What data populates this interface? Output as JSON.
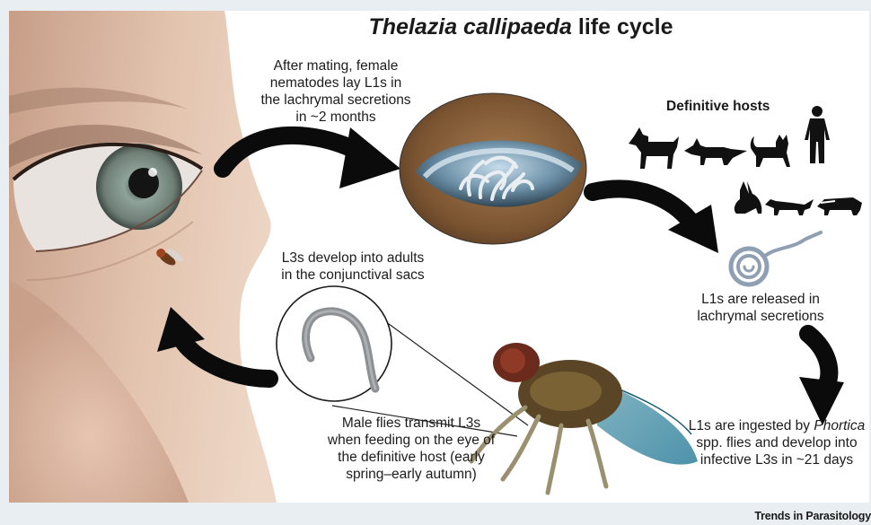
{
  "title": {
    "species": "Thelazia callipaeda",
    "rest": " life cycle"
  },
  "steps": {
    "mating": [
      "After mating, female",
      "nematodes lay L1s in",
      "the lachrymal secretions",
      "in ~2 months"
    ],
    "released": [
      "L1s are released in",
      "lachrymal secretions"
    ],
    "ingested_line1_pre": "L1s are ingested by ",
    "ingested_line1_genus": "Phortica",
    "ingested_rest": [
      "spp. flies and develop into",
      "infective L3s in ~21 days"
    ],
    "transmit": [
      "Male flies transmit L3s",
      "when feeding on the eye of",
      "the definitive host (early",
      "spring–early autumn)"
    ],
    "develop": [
      "L3s develop into adults",
      "in the conjunctival sacs"
    ]
  },
  "hosts": {
    "title": "Definitive hosts",
    "icons": [
      "dog-icon",
      "fox-icon",
      "cat-icon",
      "human-icon",
      "rabbit-icon",
      "marten-icon",
      "badger-icon"
    ]
  },
  "footer": "Trends in Parasitology",
  "colors": {
    "arrow": "#0b0b0b",
    "skin": "#d8b6a0",
    "iris": "#7d8b86",
    "fly_wing": "#3f8fa6",
    "worm": "#8fa0b2"
  }
}
